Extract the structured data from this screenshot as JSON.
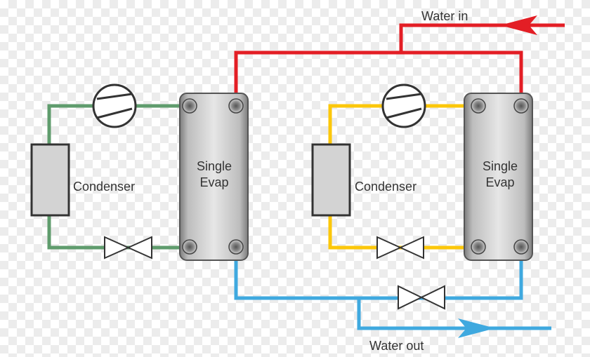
{
  "labels": {
    "water_in": "Water in",
    "water_out": "Water out",
    "condenser_left": "Condenser",
    "condenser_right": "Condenser",
    "evap_left_line1": "Single",
    "evap_left_line2": "Evap",
    "evap_right_line1": "Single",
    "evap_right_line2": "Evap"
  },
  "colors": {
    "water_in_pipe": "#e31e25",
    "water_out_pipe": "#3fa9df",
    "left_circuit_pipe": "#5f9c6d",
    "right_circuit_pipe": "#fcc70a",
    "component_outline": "#333333",
    "condenser_fill": "#d3d3d3"
  }
}
